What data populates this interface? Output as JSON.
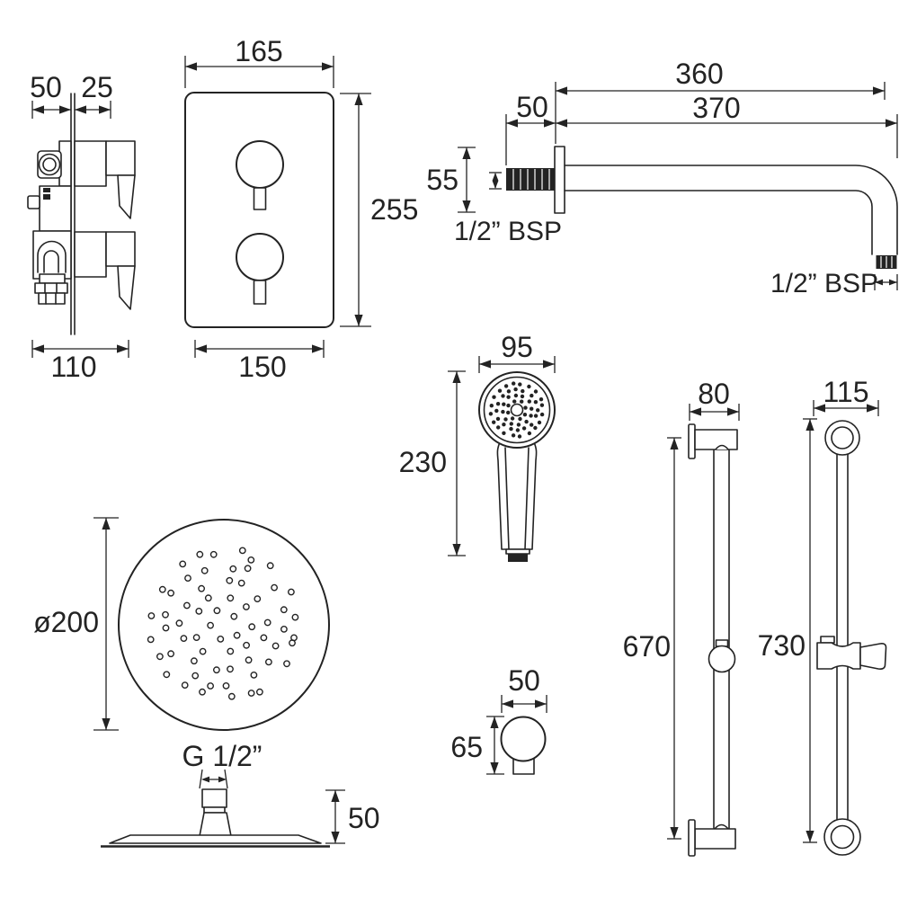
{
  "title": "Shower kit technical dimension drawing",
  "colors": {
    "background": "#ffffff",
    "line": "#232323"
  },
  "valve_side": {
    "dim_depth_behind": "50",
    "dim_depth_front": "25",
    "dim_width": "110"
  },
  "valve_front": {
    "dim_width": "165",
    "dim_height": "255",
    "dim_bottom": "150"
  },
  "arm": {
    "dim_length": "360",
    "dim_overall": "370",
    "dim_thread_length": "50",
    "dim_plate": "55",
    "label_bsp_wall": "1/2” BSP",
    "label_bsp_tip": "1/2” BSP"
  },
  "handset": {
    "dim_width": "95",
    "dim_height": "230"
  },
  "rainhead": {
    "dim_diameter": "ø200",
    "label_thread": "G 1/2”",
    "dim_side_height": "50"
  },
  "outlet": {
    "dim_width": "50",
    "dim_height": "65"
  },
  "rail_side": {
    "dim_bracket": "80",
    "dim_length": "670"
  },
  "rail_front": {
    "dim_width": "115",
    "dim_length": "730"
  }
}
